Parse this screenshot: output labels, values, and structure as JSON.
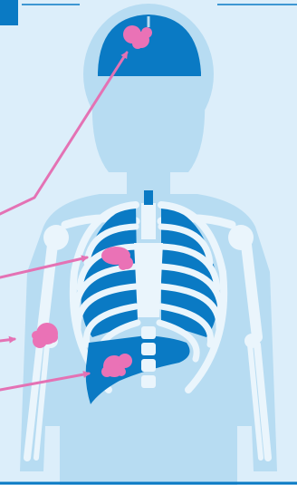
{
  "colors": {
    "background": "#dceefa",
    "silhouette": "#b7dcf2",
    "bone": "#eaf5fc",
    "organ": "#0a7ac4",
    "tumor": "#ea72b6",
    "arrow": "#e472b4",
    "frame": "#0a7ac4"
  },
  "organs": [
    {
      "name": "brain",
      "has_tumor": true
    },
    {
      "name": "lungs",
      "has_tumor": true
    },
    {
      "name": "bone",
      "has_tumor": true
    },
    {
      "name": "liver",
      "has_tumor": true
    }
  ],
  "icons": [
    "brain-organ-icon",
    "lung-icon",
    "liver-icon",
    "tumor-icon",
    "arrow-icon"
  ]
}
